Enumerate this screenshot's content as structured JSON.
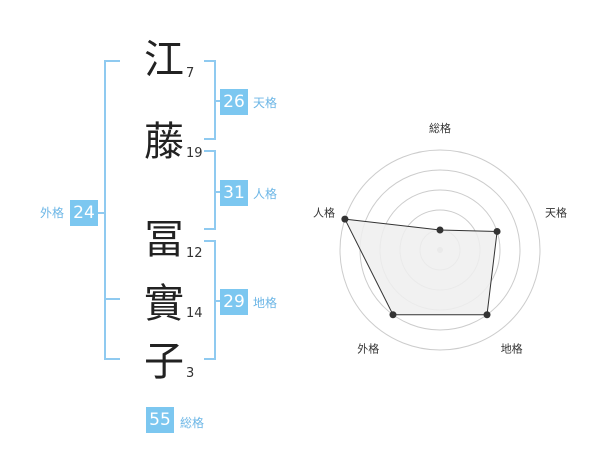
{
  "name": {
    "chars": [
      {
        "char": "江",
        "strokes": "7"
      },
      {
        "char": "藤",
        "strokes": "19"
      },
      {
        "char": "冨",
        "strokes": "12"
      },
      {
        "char": "實",
        "strokes": "14"
      },
      {
        "char": "子",
        "strokes": "3"
      }
    ]
  },
  "kaku": {
    "tenkaku": {
      "value": "26",
      "label": "天格"
    },
    "jinkaku": {
      "value": "31",
      "label": "人格"
    },
    "chikaku": {
      "value": "29",
      "label": "地格"
    },
    "gaikaku": {
      "value": "24",
      "label": "外格"
    },
    "soukaku": {
      "value": "55",
      "label": "総格"
    }
  },
  "chart_data": {
    "type": "radar",
    "axes": [
      "総格",
      "天格",
      "地格",
      "外格",
      "人格"
    ],
    "values": [
      1,
      3,
      4,
      4,
      5
    ],
    "max": 5,
    "rings": 5,
    "colors": {
      "fill": "#eeeeee",
      "stroke": "#333333",
      "ring": "#cccccc",
      "point": "#333333"
    }
  },
  "colors": {
    "badge": "#7cc7f0",
    "bracket": "#8fcaf0",
    "label": "#6cb6e6"
  }
}
